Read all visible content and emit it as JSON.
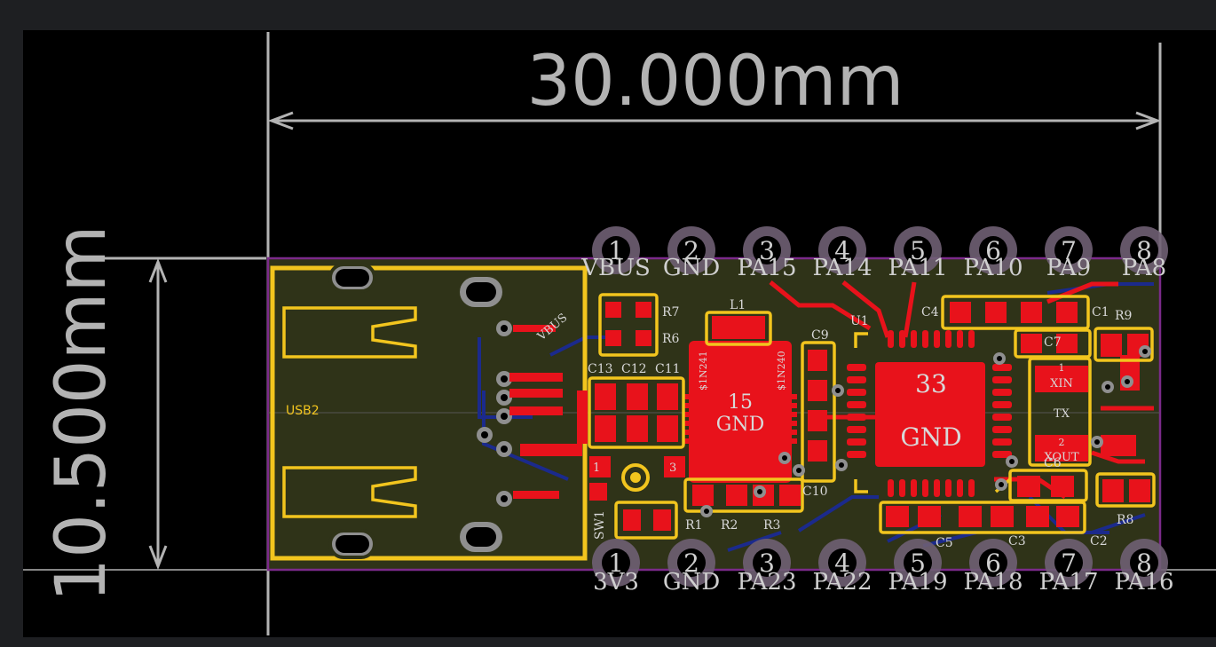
{
  "colors": {
    "frame": "#1e1f22",
    "canvas": "#000000",
    "board": "#2f3318",
    "board_outline": "#7b2a8a",
    "copper_top": "#e8121b",
    "copper_bottom": "#1b2a8c",
    "silkscreen": "#f2c51e",
    "pad_gray": "#8f8f8f",
    "pin_ring": "#6f5f73",
    "dimension": "#b3b3b3",
    "label_text": "#d0d0d0"
  },
  "dimensions": {
    "width": "30.000mm",
    "height": "10.500mm"
  },
  "top_pins": {
    "numbers": [
      "1",
      "2",
      "3",
      "4",
      "5",
      "6",
      "7",
      "8"
    ],
    "names": [
      "VBUS",
      "GND",
      "PA15",
      "PA14",
      "PA11",
      "PA10",
      "PA9",
      "PA8"
    ]
  },
  "bottom_pins": {
    "numbers": [
      "1",
      "2",
      "3",
      "4",
      "5",
      "6",
      "7",
      "8"
    ],
    "names": [
      "3V3",
      "GND",
      "PA23",
      "PA22",
      "PA19",
      "PA18",
      "PA17",
      "PA16"
    ]
  },
  "usb": {
    "label": "USB2",
    "vbus_label": "VBUS"
  },
  "components": {
    "r7": "R7",
    "r6": "R6",
    "c13": "C13",
    "c12": "C12",
    "c11": "C11",
    "l1": "L1",
    "sin1": "$1N241",
    "sin2": "$1N240",
    "reg_pin": "15",
    "reg_gnd": "GND",
    "c9": "C9",
    "c10": "C10",
    "u1": "U1",
    "c4": "C4",
    "c1": "C1",
    "r9": "R9",
    "c7": "C7",
    "mcu_pin": "33",
    "mcu_gnd": "GND",
    "xtal_pin1": "1",
    "xin": "XIN",
    "tx": "TX",
    "xtal_pin2": "2",
    "xout": "XOUT",
    "c6": "C6",
    "c5": "C5",
    "c3": "C3",
    "c2": "C2",
    "r8": "R8",
    "sw1": "SW1",
    "sw_pin1": "1",
    "sw_pin3": "3",
    "r1": "R1",
    "r2": "R2",
    "r3": "R3"
  }
}
